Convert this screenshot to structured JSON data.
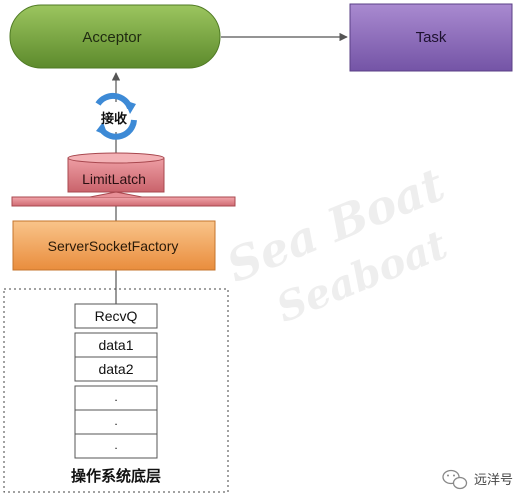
{
  "nodes": {
    "acceptor": "Acceptor",
    "task": "Task",
    "receive": "接收",
    "limit_latch": "LimitLatch",
    "server_socket_factory": "ServerSocketFactory",
    "os_layer": "操作系统底层"
  },
  "queue": {
    "header": "RecvQ",
    "rows": [
      "data1",
      "data2",
      ".",
      ".",
      "."
    ]
  },
  "watermark": {
    "line1": "Sea Boat",
    "line2": "Seaboat"
  },
  "footer": {
    "account": "远洋号"
  },
  "colors": {
    "acceptor_fill": "#6f9a3a",
    "task_fill": "#8767b1",
    "latch_fill": "#d9838a",
    "factory_fill": "#f0a55e",
    "refresh_icon": "#3d8ad6"
  }
}
